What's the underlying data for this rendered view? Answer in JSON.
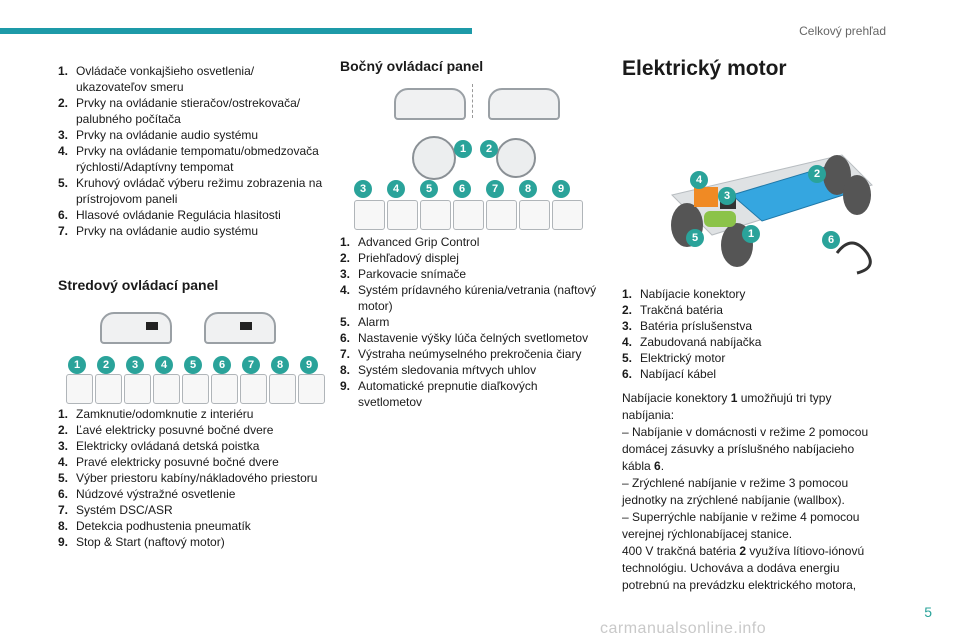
{
  "header": {
    "section": "Celkový prehľad"
  },
  "page_number": "5",
  "watermark": "carmanualsonline.info",
  "col1": {
    "list1": [
      {
        "n": "1.",
        "t": "Ovládače vonkajšieho osvetlenia/ ukazovateľov smeru"
      },
      {
        "n": "2.",
        "t": "Prvky na ovládanie stieračov/ostrekovača/ palubného počítača"
      },
      {
        "n": "3.",
        "t": "Prvky na ovládanie audio systému"
      },
      {
        "n": "4.",
        "t": "Prvky na ovládanie tempomatu/obmedzovača rýchlosti/Adaptívny tempomat"
      },
      {
        "n": "5.",
        "t": "Kruhový ovládač výberu režimu zobrazenia na prístrojovom paneli"
      },
      {
        "n": "6.",
        "t": "Hlasové ovládanie Regulácia hlasitosti"
      },
      {
        "n": "7.",
        "t": "Prvky na ovládanie audio systému"
      }
    ],
    "heading": "Stredový ovládací panel",
    "badges": [
      "1",
      "2",
      "3",
      "4",
      "5",
      "6",
      "7",
      "8",
      "9"
    ],
    "list2": [
      {
        "n": "1.",
        "t": "Zamknutie/odomknutie z interiéru"
      },
      {
        "n": "2.",
        "t": "Ľavé elektricky posuvné bočné dvere"
      },
      {
        "n": "3.",
        "t": "Elektricky ovládaná detská poistka"
      },
      {
        "n": "4.",
        "t": "Pravé elektricky posuvné bočné dvere"
      },
      {
        "n": "5.",
        "t": "Výber priestoru kabíny/nákladového priestoru"
      },
      {
        "n": "6.",
        "t": "Núdzové výstražné osvetlenie"
      },
      {
        "n": "7.",
        "t": "Systém DSC/ASR"
      },
      {
        "n": "8.",
        "t": "Detekcia podhustenia pneumatík"
      },
      {
        "n": "9.",
        "t": "Stop & Start (naftový motor)"
      }
    ]
  },
  "col2": {
    "heading": "Bočný ovládací panel",
    "badges_top": [
      "1",
      "2"
    ],
    "badges": [
      "3",
      "4",
      "5",
      "6",
      "7",
      "8",
      "9"
    ],
    "list": [
      {
        "n": "1.",
        "t": "Advanced Grip Control"
      },
      {
        "n": "2.",
        "t": "Priehľadový displej"
      },
      {
        "n": "3.",
        "t": "Parkovacie snímače"
      },
      {
        "n": "4.",
        "t": "Systém prídavného kúrenia/vetrania (naftový motor)"
      },
      {
        "n": "5.",
        "t": "Alarm"
      },
      {
        "n": "6.",
        "t": "Nastavenie výšky lúča čelných svetlometov"
      },
      {
        "n": "7.",
        "t": "Výstraha neúmyselného prekročenia čiary"
      },
      {
        "n": "8.",
        "t": "Systém sledovania mŕtvych uhlov"
      },
      {
        "n": "9.",
        "t": "Automatické prepnutie diaľkových svetlometov"
      }
    ]
  },
  "col3": {
    "heading": "Elektrický motor",
    "badges": [
      "1",
      "2",
      "3",
      "4",
      "5",
      "6"
    ],
    "list": [
      {
        "n": "1.",
        "t": "Nabíjacie konektory"
      },
      {
        "n": "2.",
        "t": "Trakčná batéria"
      },
      {
        "n": "3.",
        "t": "Batéria príslušenstva"
      },
      {
        "n": "4.",
        "t": "Zabudovaná nabíjačka"
      },
      {
        "n": "5.",
        "t": "Elektrický motor"
      },
      {
        "n": "6.",
        "t": "Nabíjací kábel"
      }
    ],
    "para_a": "Nabíjacie konektory ",
    "para_a_bold": "1",
    "para_a_rest": " umožňujú tri typy nabíjania:",
    "para_b1": "– Nabíjanie v domácnosti v režime 2 pomocou domácej zásuvky a príslušného nabíjacieho kábla ",
    "para_b1_bold": "6",
    "para_b1_end": ".",
    "para_b2": "– Zrýchlené nabíjanie v režime 3 pomocou jednotky na zrýchlené nabíjanie (wallbox).",
    "para_b3": "– Superrýchle nabíjanie v režime 4 pomocou verejnej rýchlonabíjacej stanice.",
    "para_c": "400 V trakčná batéria ",
    "para_c_bold": "2",
    "para_c_rest": " využíva lítiovo-iónovú technológiu. Uchováva a dodáva energiu potrebnú na prevádzku elektrického motora,"
  },
  "colors": {
    "accent": "#1d9aa8",
    "badge": "#2aa39a"
  }
}
